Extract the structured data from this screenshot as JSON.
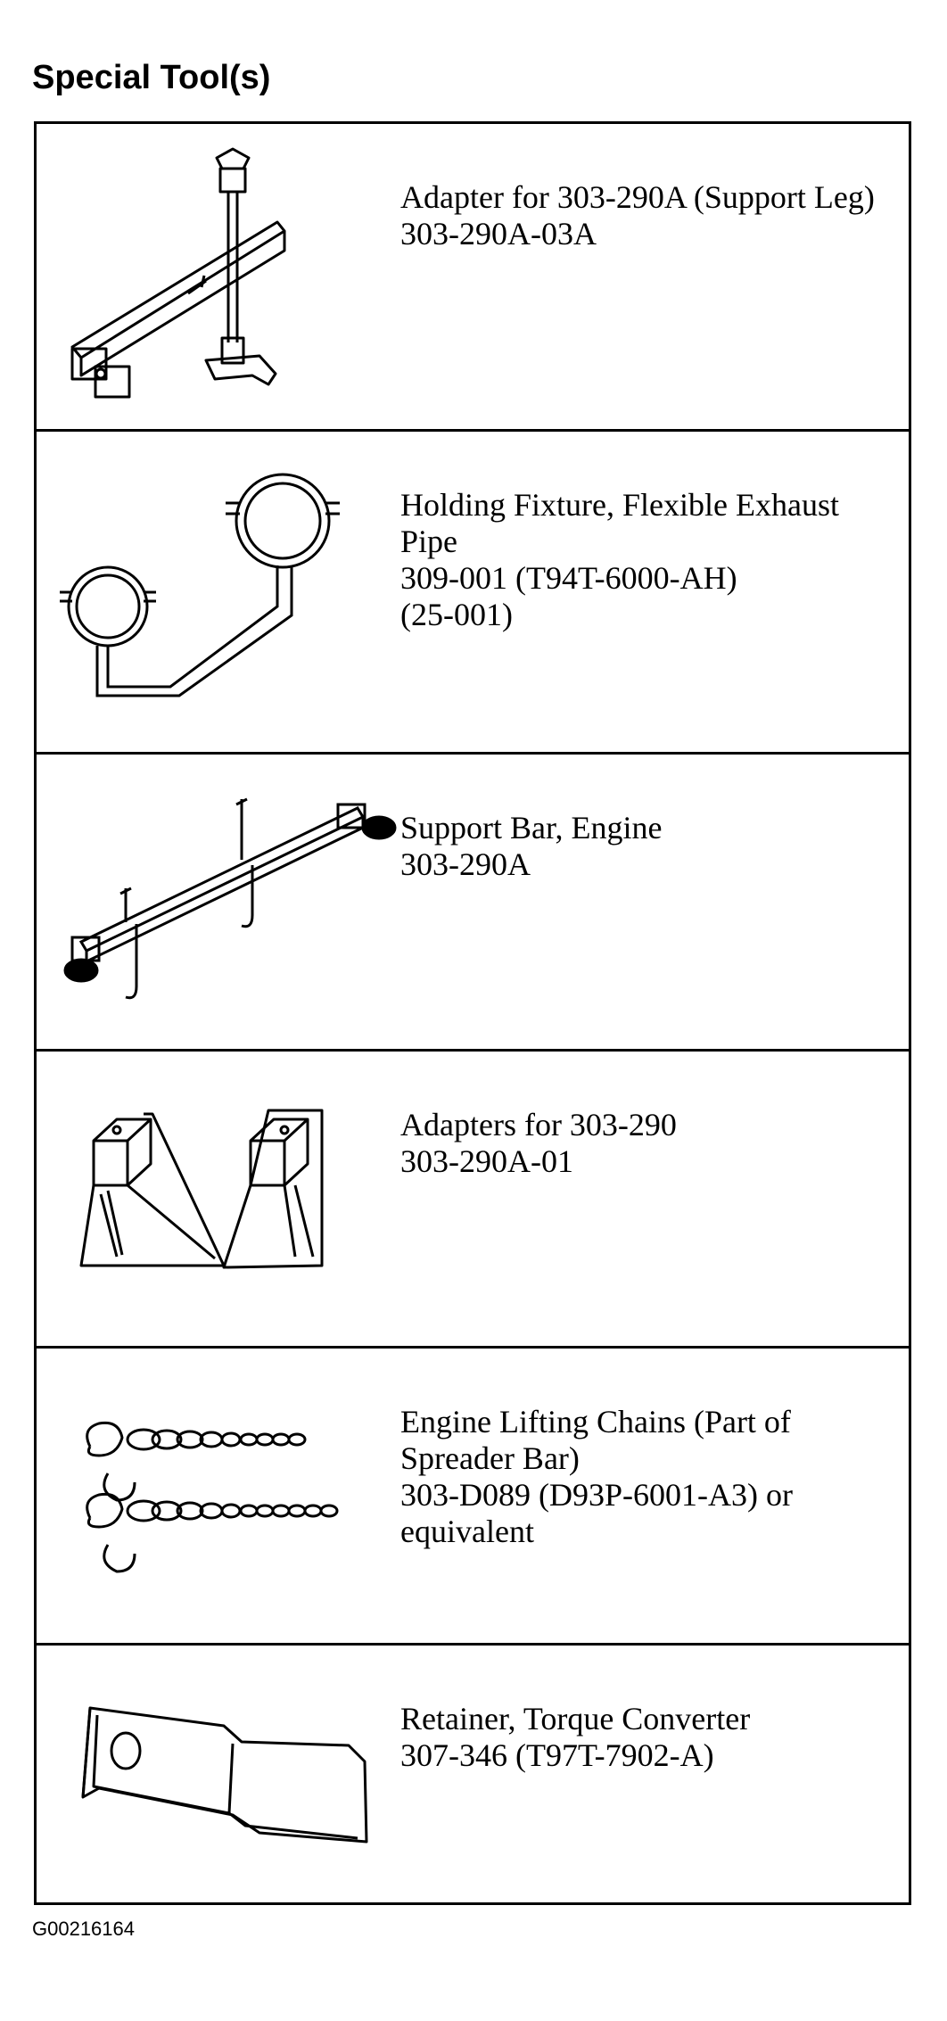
{
  "header": {
    "title": "Special Tool(s)"
  },
  "tools": [
    {
      "icon": "support-leg-adapter-icon",
      "lines": [
        "Adapter for 303-290A (Support Leg)",
        "303-290A-03A"
      ]
    },
    {
      "icon": "exhaust-pipe-holding-fixture-icon",
      "lines": [
        "Holding Fixture, Flexible Exhaust Pipe",
        "309-001 (T94T-6000-AH)",
        "(25-001)"
      ]
    },
    {
      "icon": "engine-support-bar-icon",
      "lines": [
        "Support Bar, Engine",
        "303-290A"
      ]
    },
    {
      "icon": "adapters-icon",
      "lines": [
        "Adapters for 303-290",
        "303-290A-01"
      ]
    },
    {
      "icon": "lifting-chains-icon",
      "lines": [
        "Engine Lifting Chains (Part of Spreader Bar)",
        "303-D089 (D93P-6001-A3) or equivalent"
      ]
    },
    {
      "icon": "torque-converter-retainer-icon",
      "lines": [
        "Retainer, Torque Converter",
        "307-346 (T97T-7902-A)"
      ]
    }
  ],
  "footer": {
    "figure_id": "G00216164"
  }
}
